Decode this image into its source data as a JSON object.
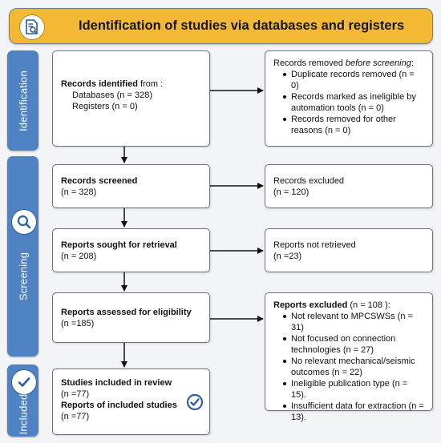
{
  "title": "Identification of studies via databases and registers",
  "phases": {
    "identification": "Identification",
    "screening": "Screening",
    "included": "Included"
  },
  "identified": {
    "heading": "Records identified",
    "heading_tail": " from :",
    "databases": "Databases (n = 328)",
    "registers": "Registers (n = 0)"
  },
  "removed": {
    "heading_pre": "Records removed ",
    "heading_em": "before screening",
    "heading_post": ":",
    "items": [
      "Duplicate records removed (n = 0)",
      "Records marked as ineligible by automation tools (n = 0)",
      "Records removed for other reasons (n = 0)"
    ]
  },
  "screened": {
    "heading": "Records screened",
    "count": "(n = 328)"
  },
  "excluded": {
    "heading": "Records excluded",
    "count": "(n = 120)"
  },
  "sought": {
    "heading": "Reports sought for retrieval",
    "count": "(n = 208)"
  },
  "not_retrieved": {
    "heading": "Reports not retrieved",
    "count": "(n =23)"
  },
  "assessed": {
    "heading": "Reports assessed for eligibility",
    "count": "(n =185)"
  },
  "reports_excluded": {
    "heading": "Reports excluded",
    "heading_tail": " (n = 108 ):",
    "items": [
      "Not relevant to MPCSWSs (n = 31)",
      "Not focused on connection technologies (n = 27)",
      "No relevant mechanical/seismic outcomes (n = 22)",
      "Ineligible publication type (n = 15).",
      "Insufficient data for extraction (n = 13)."
    ]
  },
  "included": {
    "studies_heading": "Studies included in review",
    "studies_count": "(n =77)",
    "reports_heading": "Reports of included studies",
    "reports_count": "(n =77)"
  },
  "colors": {
    "banner": "#f3b935",
    "phase": "#4f82c2",
    "box_border": "#6e7580",
    "check": "#2f5f9e"
  },
  "icons": [
    "document-search-icon",
    "magnifier-icon",
    "checkmark-icon",
    "check-circle-icon"
  ]
}
